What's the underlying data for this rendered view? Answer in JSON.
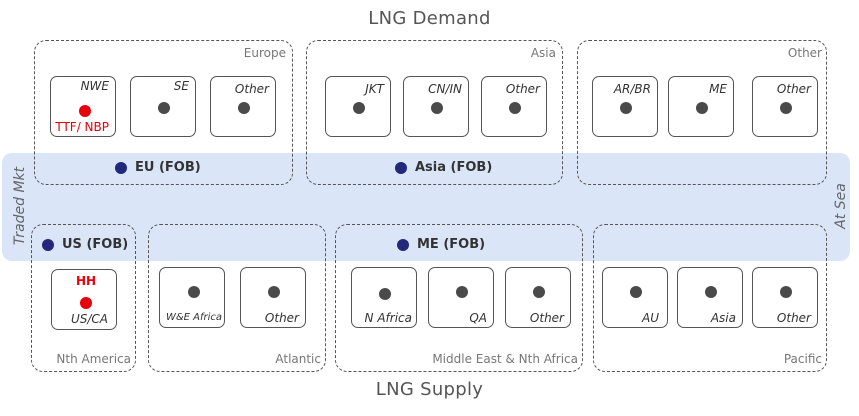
{
  "titles": {
    "demand": "LNG Demand",
    "supply": "LNG Supply"
  },
  "band": {
    "left_label": "Traded Mkt",
    "right_label": "At Sea"
  },
  "demand_regions": [
    {
      "label": "Europe",
      "boxes": [
        "NWE",
        "SE",
        "Other"
      ],
      "red_box_sublabel": "TTF/ NBP"
    },
    {
      "label": "Asia",
      "boxes": [
        "JKT",
        "CN/IN",
        "Other"
      ]
    },
    {
      "label": "Other",
      "boxes": [
        "AR/BR",
        "ME",
        "Other"
      ]
    }
  ],
  "supply_regions": [
    {
      "label": "Nth America",
      "boxes": [
        "US/CA"
      ],
      "red_box_sublabel": "HH"
    },
    {
      "label": "Atlantic",
      "boxes": [
        "W&E Africa",
        "Other"
      ]
    },
    {
      "label": "Middle East & Nth Africa",
      "boxes": [
        "N Africa",
        "QA",
        "Other"
      ]
    },
    {
      "label": "Pacific",
      "boxes": [
        "AU",
        "Asia",
        "Other"
      ]
    }
  ],
  "fob_points": [
    "EU (FOB)",
    "Asia (FOB)",
    "US (FOB)",
    "ME (FOB)"
  ],
  "colors": {
    "price_hub": "#e8000b",
    "fob_point": "#23287a",
    "node": "#4a4a4a",
    "traded_band": "#dbe5f8"
  }
}
